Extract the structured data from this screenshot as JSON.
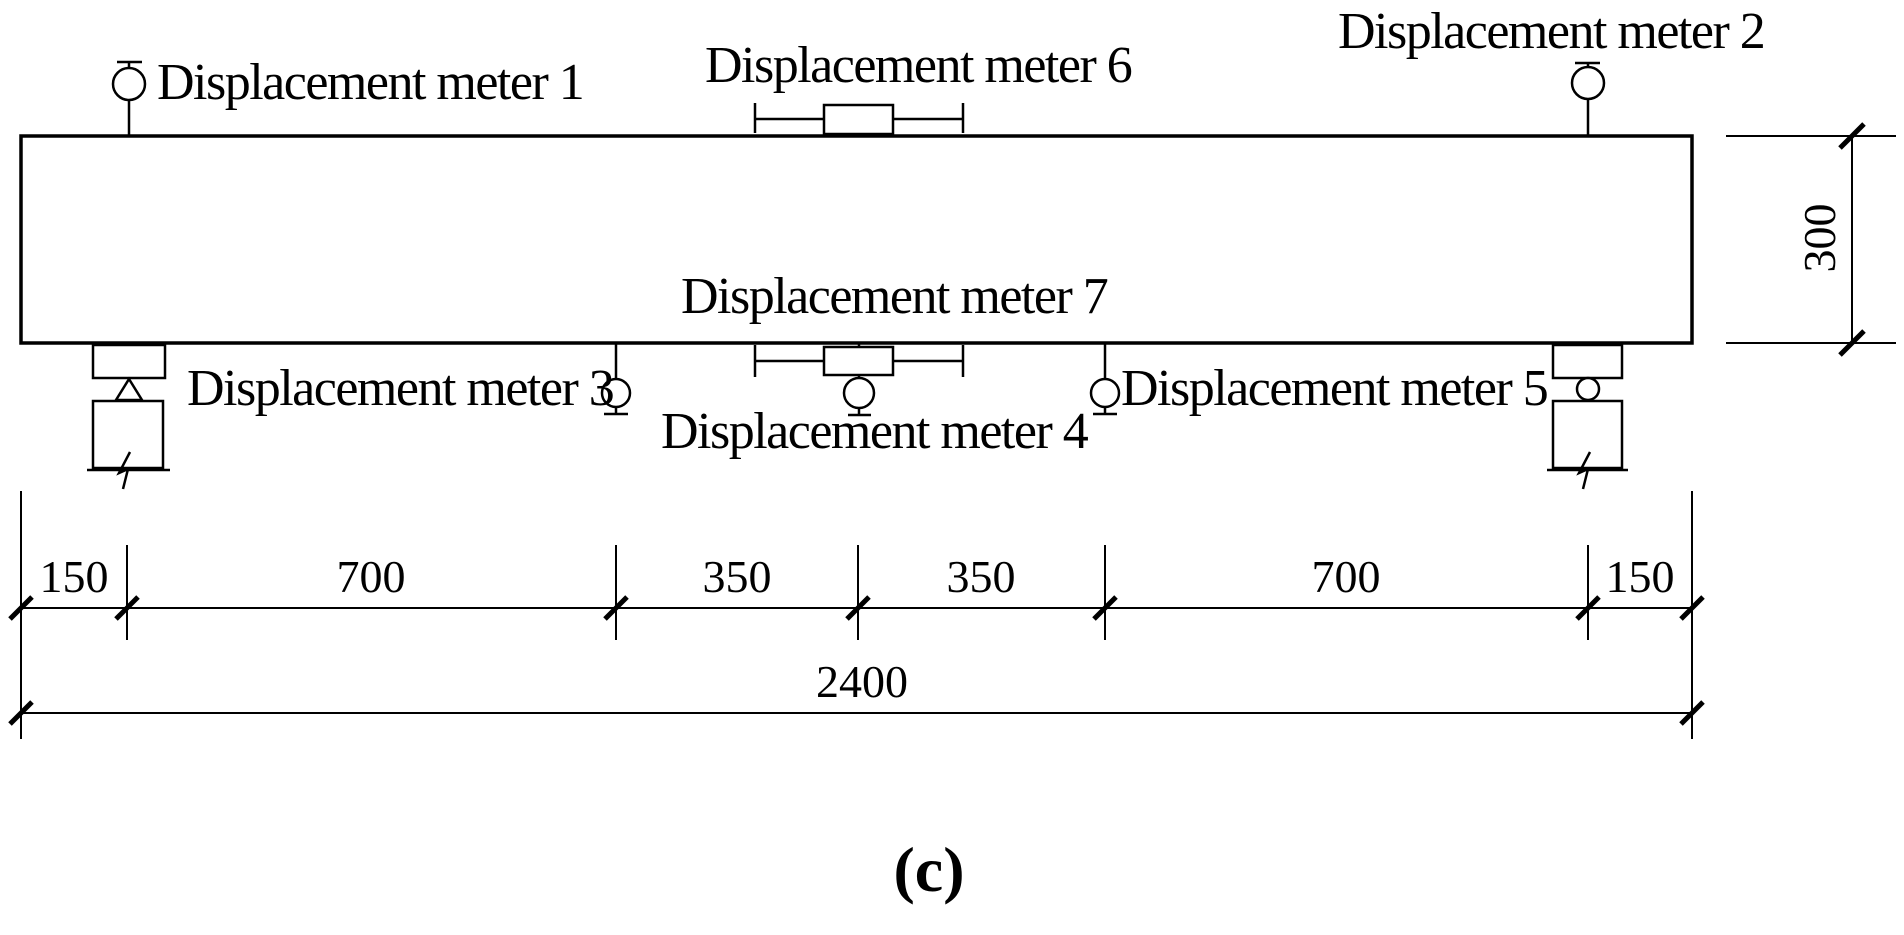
{
  "figure": {
    "caption": "(c)"
  },
  "meters": [
    {
      "id": 1,
      "label": "Displacement meter 1"
    },
    {
      "id": 2,
      "label": "Displacement meter 2"
    },
    {
      "id": 3,
      "label": "Displacement meter 3"
    },
    {
      "id": 4,
      "label": "Displacement meter 4"
    },
    {
      "id": 5,
      "label": "Displacement meter 5"
    },
    {
      "id": 6,
      "label": "Displacement meter 6"
    },
    {
      "id": 7,
      "label": "Displacement meter 7"
    }
  ],
  "dimensions": {
    "bottom_segments_mm": [
      "150",
      "700",
      "350",
      "350",
      "700",
      "150"
    ],
    "total_length_mm": "2400",
    "beam_depth_mm": "300"
  }
}
